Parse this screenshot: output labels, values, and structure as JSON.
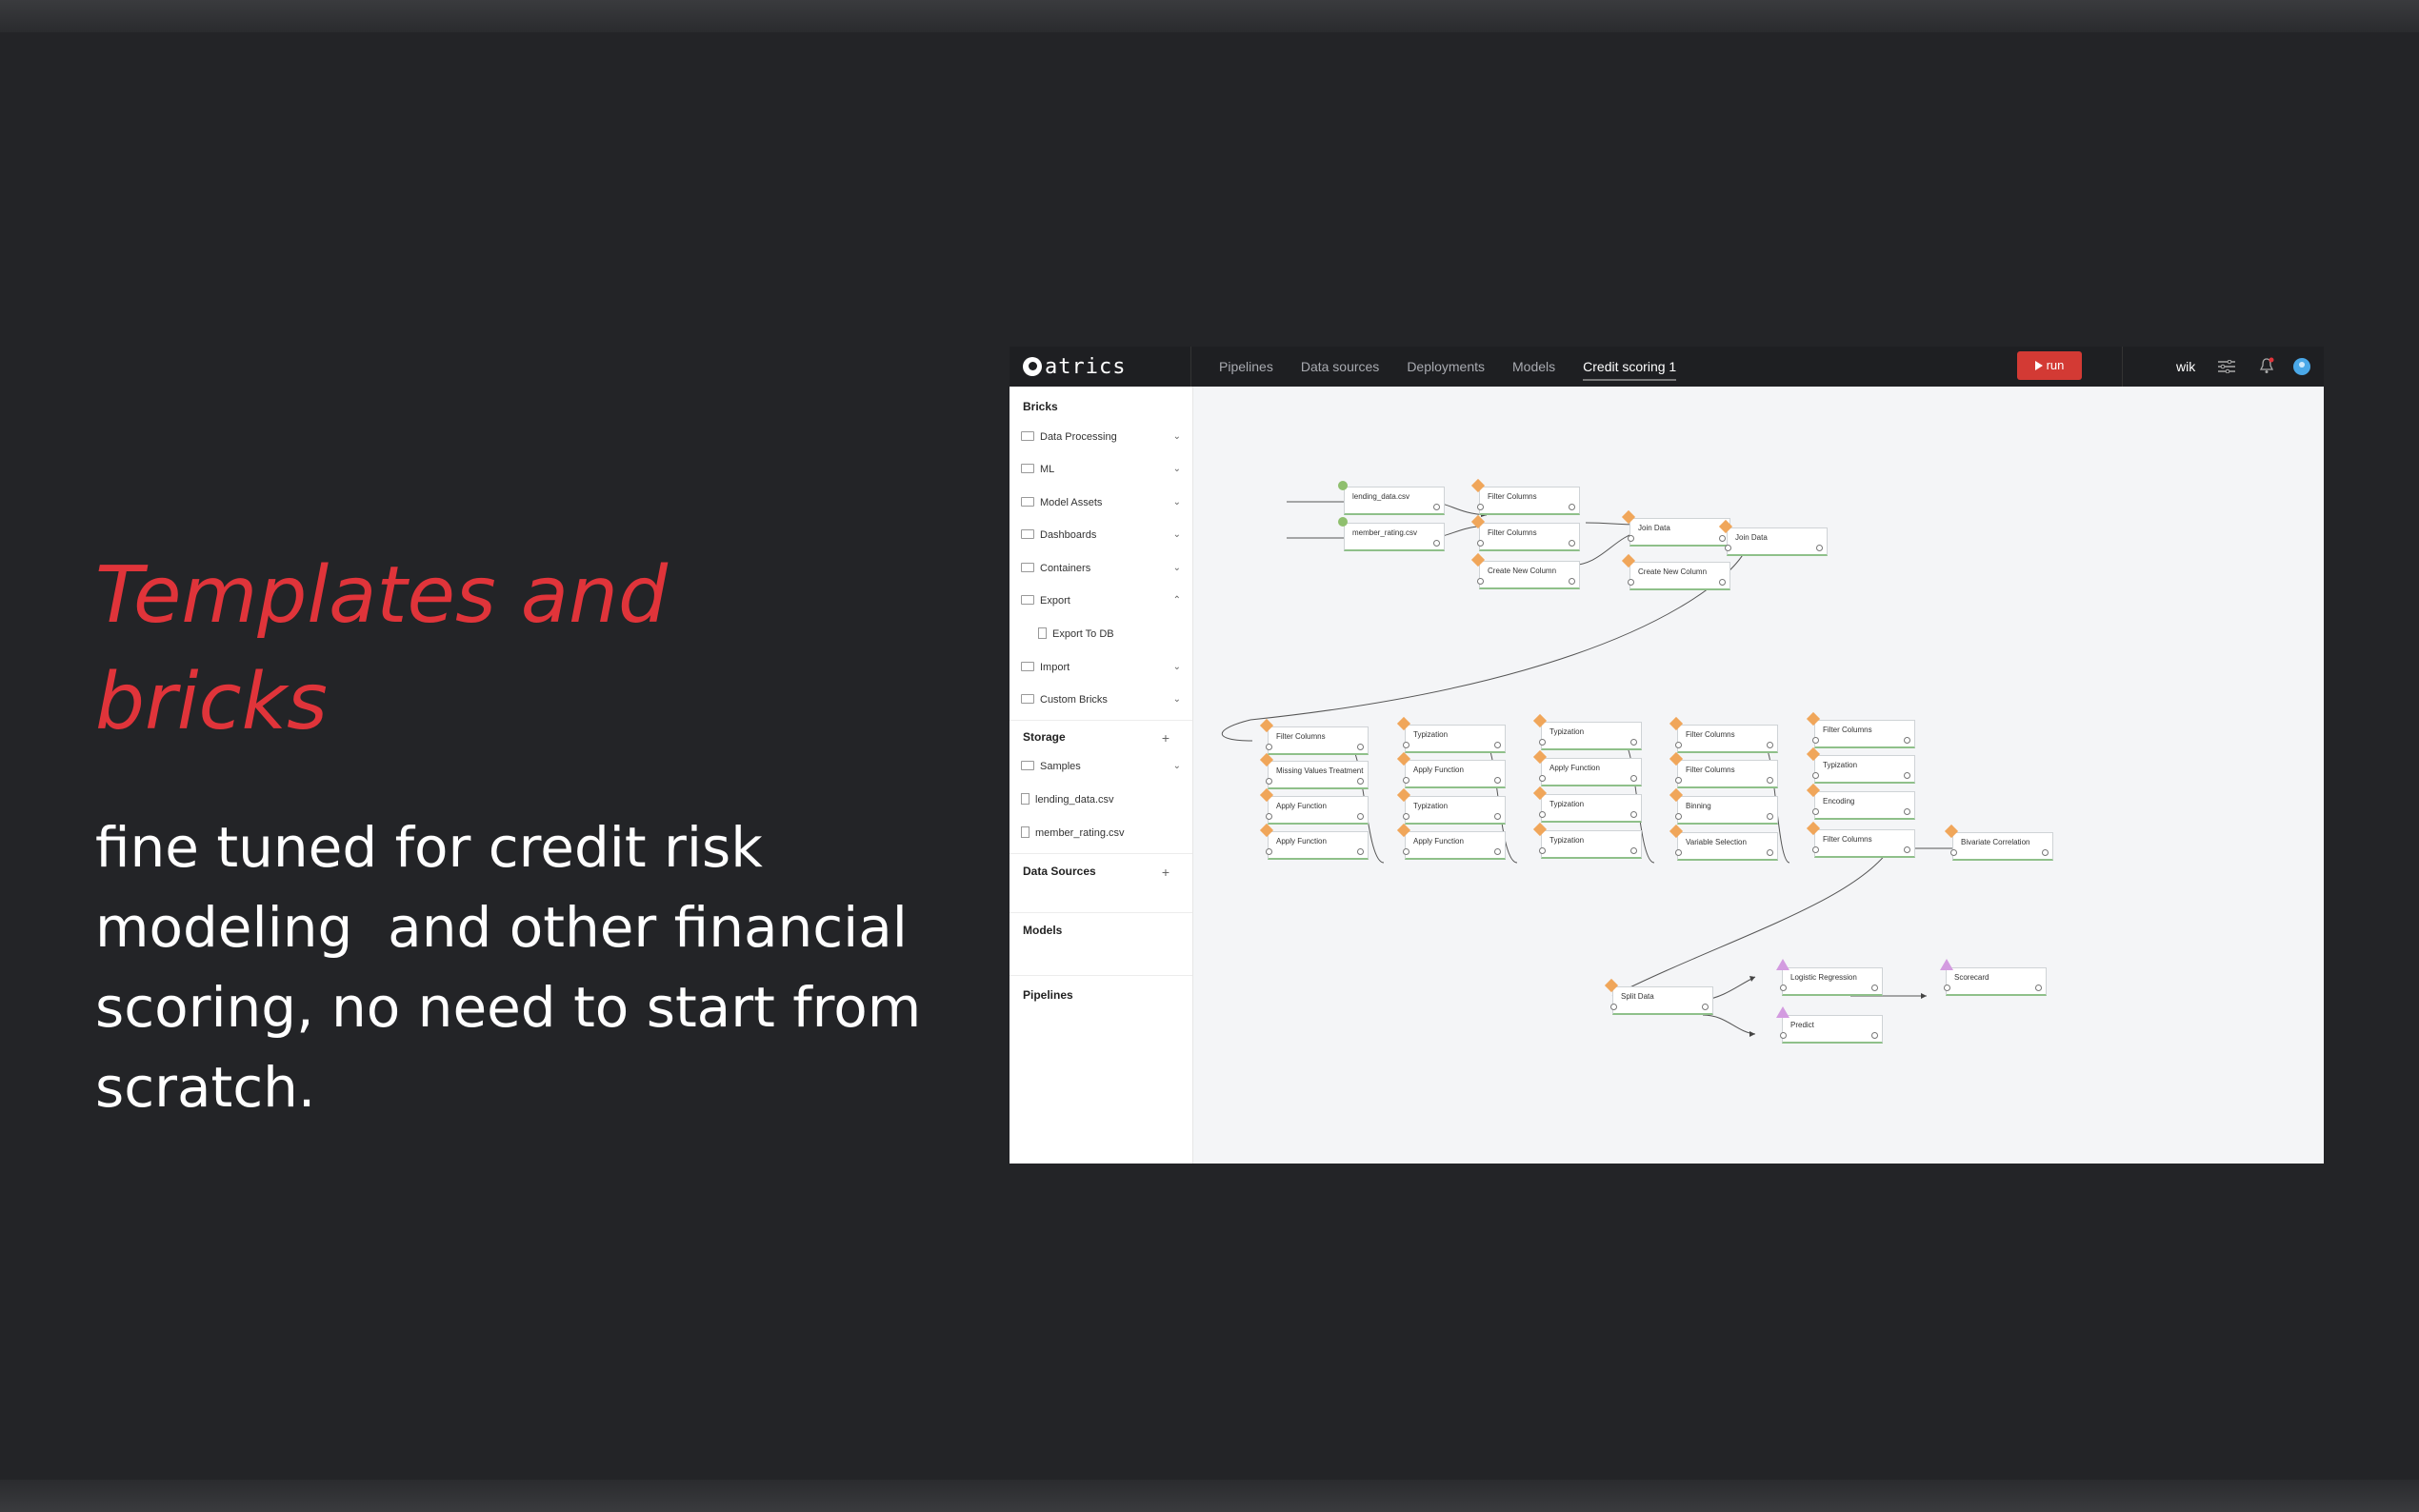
{
  "hero": {
    "headline": "Templates and bricks",
    "subtext": "fine tuned for credit risk modeling  and other financial scoring, no need to start from scratch."
  },
  "app": {
    "logo": "atrics",
    "nav": [
      "Pipelines",
      "Data sources",
      "Deployments",
      "Models",
      "Credit scoring 1"
    ],
    "active_tab": "Credit scoring 1",
    "run_label": "run",
    "user": "wik",
    "colors": {
      "accent": "#d33a34",
      "topbar": "#1e1f22",
      "avatar": "#4aa8e8"
    }
  },
  "sidebar": {
    "bricks_title": "Bricks",
    "bricks": [
      {
        "label": "Data Processing",
        "chevron": "⌄"
      },
      {
        "label": "ML",
        "chevron": "⌄"
      },
      {
        "label": "Model Assets",
        "chevron": "⌄"
      },
      {
        "label": "Dashboards",
        "chevron": "⌄"
      },
      {
        "label": "Containers",
        "chevron": "⌄"
      },
      {
        "label": "Export",
        "chevron": "⌃"
      },
      {
        "label": "Export To DB",
        "chevron": ""
      },
      {
        "label": "Import",
        "chevron": "⌄"
      },
      {
        "label": "Custom Bricks",
        "chevron": "⌄"
      }
    ],
    "storage_title": "Storage",
    "storage_items": [
      {
        "label": "Samples",
        "chevron": "⌄"
      },
      {
        "label": "lending_data.csv",
        "chevron": ""
      },
      {
        "label": "member_rating.csv",
        "chevron": ""
      }
    ],
    "data_sources_title": "Data Sources",
    "models_title": "Models",
    "pipelines_title": "Pipelines"
  },
  "pipeline": {
    "nodes": [
      "lending_data.csv",
      "member_rating.csv",
      "Filter Columns",
      "Filter Columns",
      "Create New Column",
      "Join Data",
      "Create New Column",
      "Join Data",
      "Filter Columns",
      "Missing Values Treatment",
      "Apply Function",
      "Apply Function",
      "Typization",
      "Apply Function",
      "Typization",
      "Apply Function",
      "Typization",
      "Apply Function",
      "Typization",
      "Typization",
      "Filter Columns",
      "Filter Columns",
      "Binning",
      "Variable Selection",
      "Filter Columns",
      "Typization",
      "Encoding",
      "Filter Columns",
      "Bivariate Correlation",
      "Split Data",
      "Logistic Regression",
      "Predict",
      "Scorecard"
    ]
  }
}
